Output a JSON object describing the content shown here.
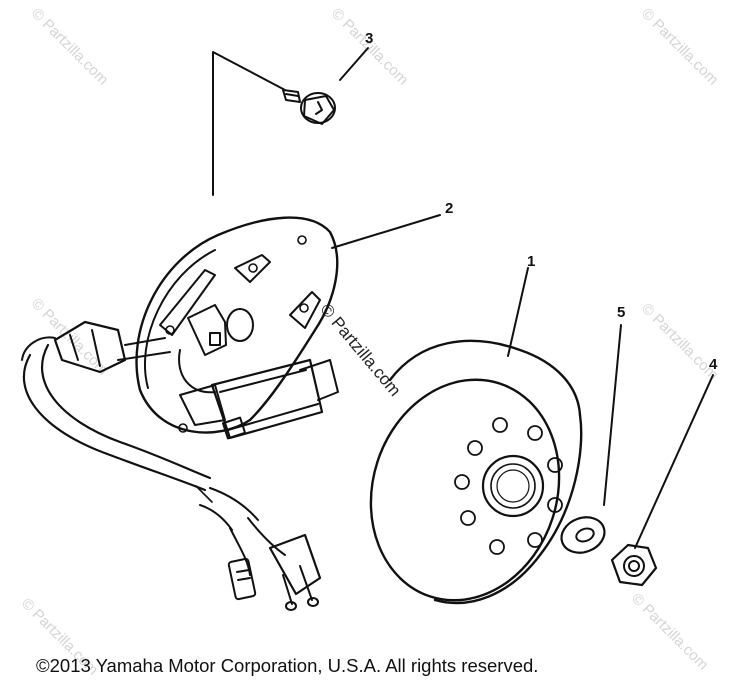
{
  "watermark": "© Partzilla.com",
  "callouts": {
    "c1": "1",
    "c2": "2",
    "c3": "3",
    "c4": "4",
    "c5": "5"
  },
  "copyright": "©2013  Yamaha Motor Corporation, U.S.A. All rights reserved."
}
